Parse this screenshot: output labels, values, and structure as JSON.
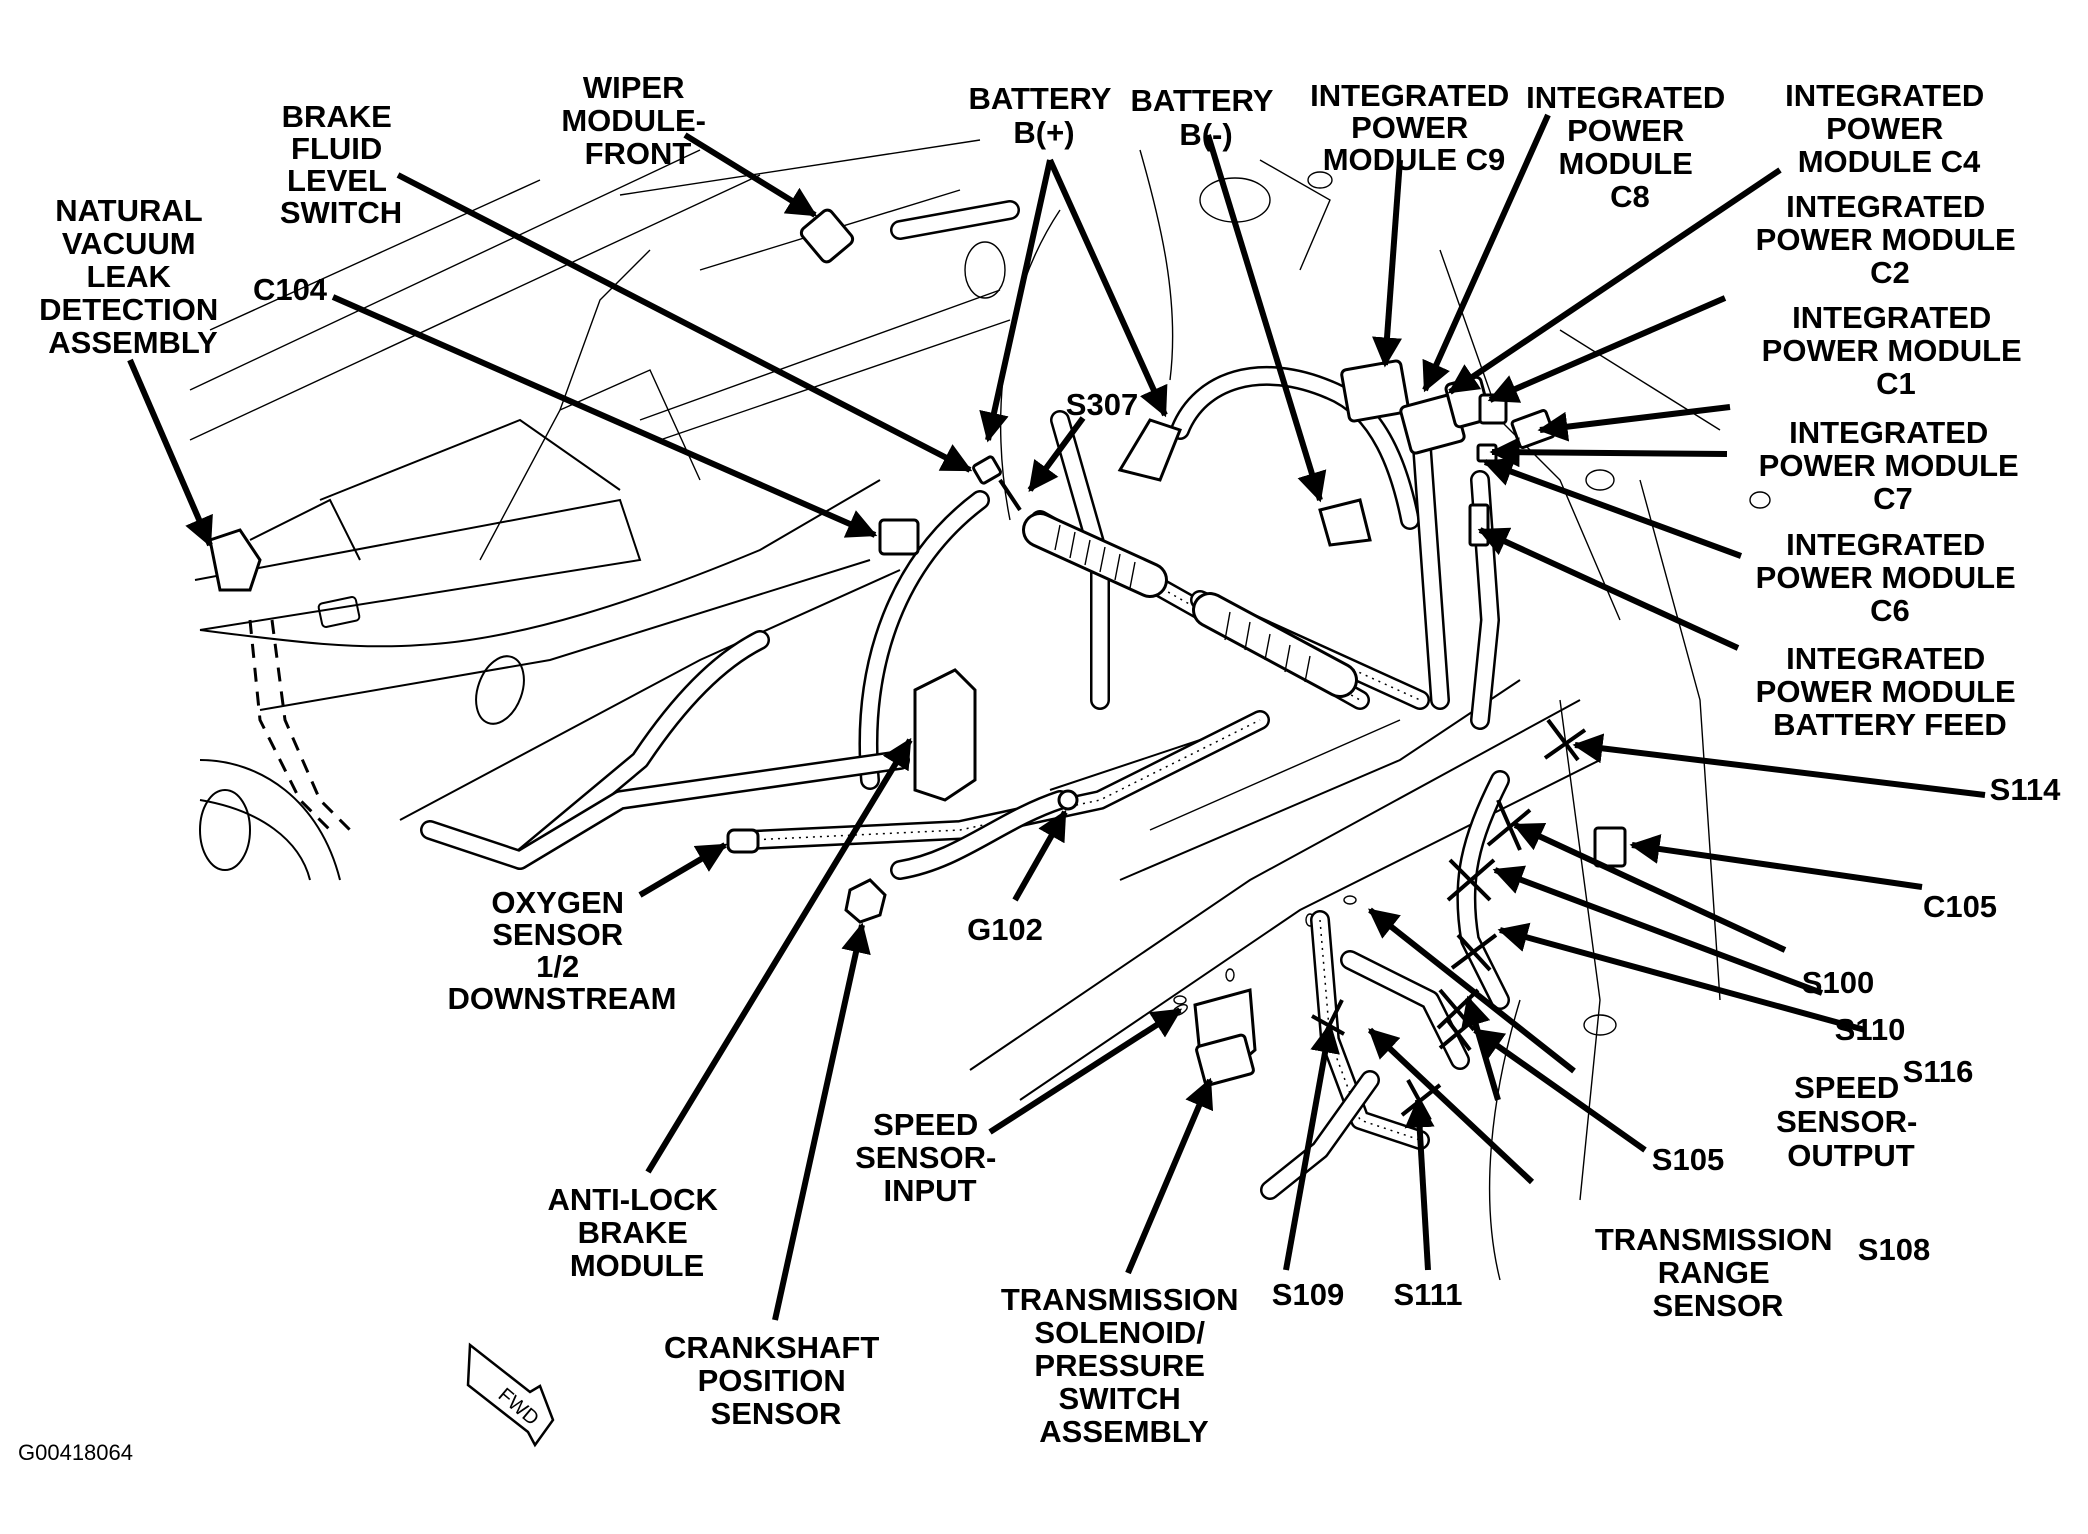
{
  "diagram": {
    "figure_id": "G00418064",
    "direction_indicator": "FWD",
    "labels": {
      "natural_vacuum_leak": [
        "NATURAL",
        "VACUUM",
        "LEAK",
        "DETECTION",
        "ASSEMBLY"
      ],
      "brake_fluid_level_switch": [
        "BRAKE",
        "FLUID",
        "LEVEL",
        "SWITCH"
      ],
      "wiper_module_front": [
        "WIPER",
        "MODULE-",
        "FRONT"
      ],
      "c104": [
        "C104"
      ],
      "battery_positive": [
        "BATTERY",
        "B(+)"
      ],
      "battery_negative": [
        "BATTERY",
        "B(-)"
      ],
      "s307": [
        "S307"
      ],
      "ipm_c9": [
        "INTEGRATED",
        "POWER",
        "MODULE C9"
      ],
      "ipm_c8": [
        "INTEGRATED",
        "POWER",
        "MODULE",
        "C8"
      ],
      "ipm_c4": [
        "INTEGRATED",
        "POWER",
        "MODULE C4"
      ],
      "ipm_c2": [
        "INTEGRATED",
        "POWER MODULE",
        "C2"
      ],
      "ipm_c1": [
        "INTEGRATED",
        "POWER MODULE",
        "C1"
      ],
      "ipm_c7": [
        "INTEGRATED",
        "POWER MODULE",
        "C7"
      ],
      "ipm_c6": [
        "INTEGRATED",
        "POWER MODULE",
        "C6"
      ],
      "ipm_battery_feed": [
        "INTEGRATED",
        "POWER MODULE",
        "BATTERY FEED"
      ],
      "s114": [
        "S114"
      ],
      "c105": [
        "C105"
      ],
      "s100": [
        "S100"
      ],
      "s110": [
        "S110"
      ],
      "s116": [
        "S116"
      ],
      "speed_sensor_output": [
        "SPEED",
        "SENSOR-",
        "OUTPUT"
      ],
      "s105": [
        "S105"
      ],
      "s108": [
        "S108"
      ],
      "transmission_range_sensor": [
        "TRANSMISSION",
        "RANGE",
        "SENSOR"
      ],
      "s109": [
        "S109"
      ],
      "s111": [
        "S111"
      ],
      "transmission_solenoid": [
        "TRANSMISSION",
        "SOLENOID/",
        "PRESSURE",
        "SWITCH",
        "ASSEMBLY"
      ],
      "speed_sensor_input": [
        "SPEED",
        "SENSOR-",
        "INPUT"
      ],
      "crankshaft_position_sensor": [
        "CRANKSHAFT",
        "POSITION",
        "SENSOR"
      ],
      "anti_lock_brake_module": [
        "ANTI-LOCK",
        "BRAKE",
        "MODULE"
      ],
      "g102": [
        "G102"
      ],
      "oxygen_sensor": [
        "OXYGEN",
        "SENSOR",
        "1/2",
        "DOWNSTREAM"
      ]
    }
  }
}
